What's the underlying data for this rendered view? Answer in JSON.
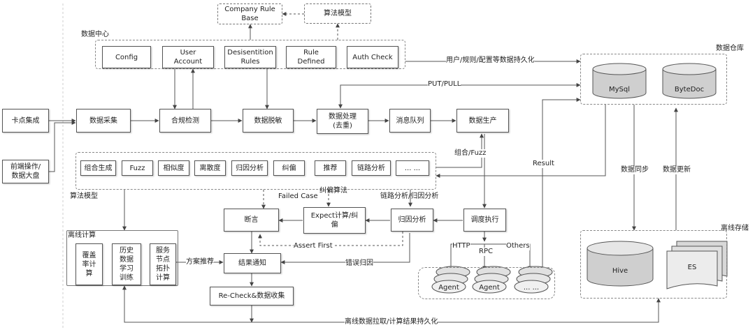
{
  "top": {
    "company_rule_base": "Company Rule\nBase",
    "algo_model": "算法模型"
  },
  "data_center": {
    "title": "数据中心",
    "items": [
      "Config",
      "User\nAccount",
      "Desisentition\nRules",
      "Rule\nDefined",
      "Auth Check"
    ]
  },
  "left": {
    "card_integration": "卡点集成",
    "frontend_ops": "前端操作/\n数据大盘"
  },
  "pipeline": {
    "collect": "数据采集",
    "compliance": "合规检测",
    "desensitize": "数据脱敏",
    "process": "数据处理\n(去重)",
    "queue": "消息队列",
    "produce": "数据生产"
  },
  "algorithms": {
    "title": "算法模型",
    "items": [
      "组合生成",
      "Fuzz",
      "相似度",
      "离散度",
      "归因分析",
      "纠偏",
      "推荐",
      "链路分析",
      "... ..."
    ]
  },
  "analysis": {
    "assert": "断言",
    "expect": "Expect计算/纠\n偏",
    "attribution": "归因分析",
    "schedule": "调度执行",
    "notify": "结果通知",
    "recheck": "Re-Check&数据收集"
  },
  "offline": {
    "title": "离线计算",
    "items": [
      "覆盖\n率计\n算",
      "历史\n数据\n学习\n训练",
      "服务\n节点\n拓扑\n计算"
    ]
  },
  "agents": {
    "items": [
      "Agent",
      "Agent",
      "... ..."
    ],
    "protocols": [
      "HTTP",
      "RPC",
      "Others"
    ]
  },
  "warehouse": {
    "title": "数据仓库",
    "dbs": [
      "MySql",
      "ByteDoc"
    ]
  },
  "offline_storage": {
    "title": "离线存储",
    "dbs": [
      "Hive",
      "ES"
    ]
  },
  "edge_labels": {
    "persist": "用户/规则/配置等数据持久化",
    "put_pull": "PUT/PULL",
    "result": "Result",
    "combo_fuzz": "组合/Fuzz",
    "failed_case": "Failed Case",
    "correction_algo": "纠偏算法",
    "link_attr": "链路分析/归因分析",
    "assert_first": "Assert First",
    "error_attr": "错误归因",
    "scheme_recommend": "方案推荐",
    "data_sync": "数据同步",
    "data_update": "数据更新",
    "offline_pull": "离线数据拉取/计算结果持久化"
  }
}
